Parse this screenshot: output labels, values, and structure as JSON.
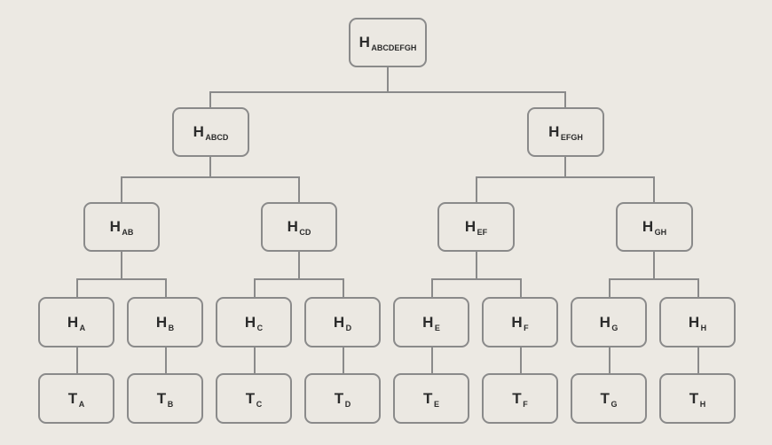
{
  "tree": {
    "root": {
      "main": "H",
      "sub": "ABCDEFGH"
    },
    "level1": [
      {
        "main": "H",
        "sub": "ABCD"
      },
      {
        "main": "H",
        "sub": "EFGH"
      }
    ],
    "level2": [
      {
        "main": "H",
        "sub": "AB"
      },
      {
        "main": "H",
        "sub": "CD"
      },
      {
        "main": "H",
        "sub": "EF"
      },
      {
        "main": "H",
        "sub": "GH"
      }
    ],
    "hashes": [
      {
        "main": "H",
        "sub": "A"
      },
      {
        "main": "H",
        "sub": "B"
      },
      {
        "main": "H",
        "sub": "C"
      },
      {
        "main": "H",
        "sub": "D"
      },
      {
        "main": "H",
        "sub": "E"
      },
      {
        "main": "H",
        "sub": "F"
      },
      {
        "main": "H",
        "sub": "G"
      },
      {
        "main": "H",
        "sub": "H"
      }
    ],
    "transactions": [
      {
        "main": "T",
        "sub": "A"
      },
      {
        "main": "T",
        "sub": "B"
      },
      {
        "main": "T",
        "sub": "C"
      },
      {
        "main": "T",
        "sub": "D"
      },
      {
        "main": "T",
        "sub": "E"
      },
      {
        "main": "T",
        "sub": "F"
      },
      {
        "main": "T",
        "sub": "G"
      },
      {
        "main": "T",
        "sub": "H"
      }
    ]
  },
  "colors": {
    "background": "#ece9e3",
    "node_fill": "#ebe8e2",
    "node_border": "#8a8a8a",
    "connector": "#8a8a8a",
    "text": "#2b2b2b"
  }
}
